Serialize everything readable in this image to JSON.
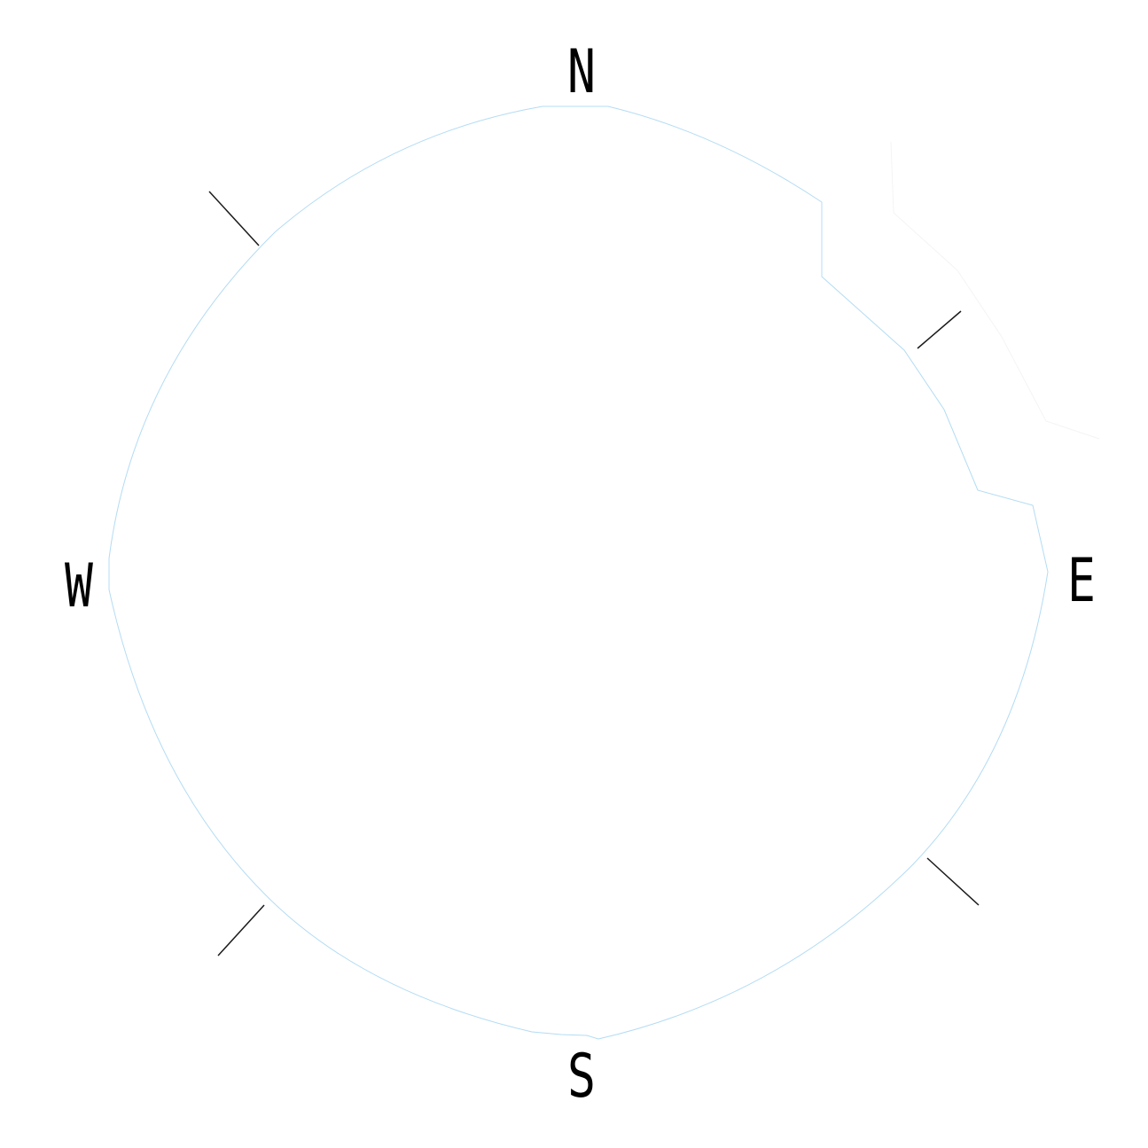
{
  "compass": {
    "cardinals": {
      "north": "N",
      "east": "E",
      "south": "S",
      "west": "W"
    },
    "outline_color": "#b3dcf4",
    "tick_color": "#1a1a1a",
    "faint_color": "#f4f4f4"
  }
}
